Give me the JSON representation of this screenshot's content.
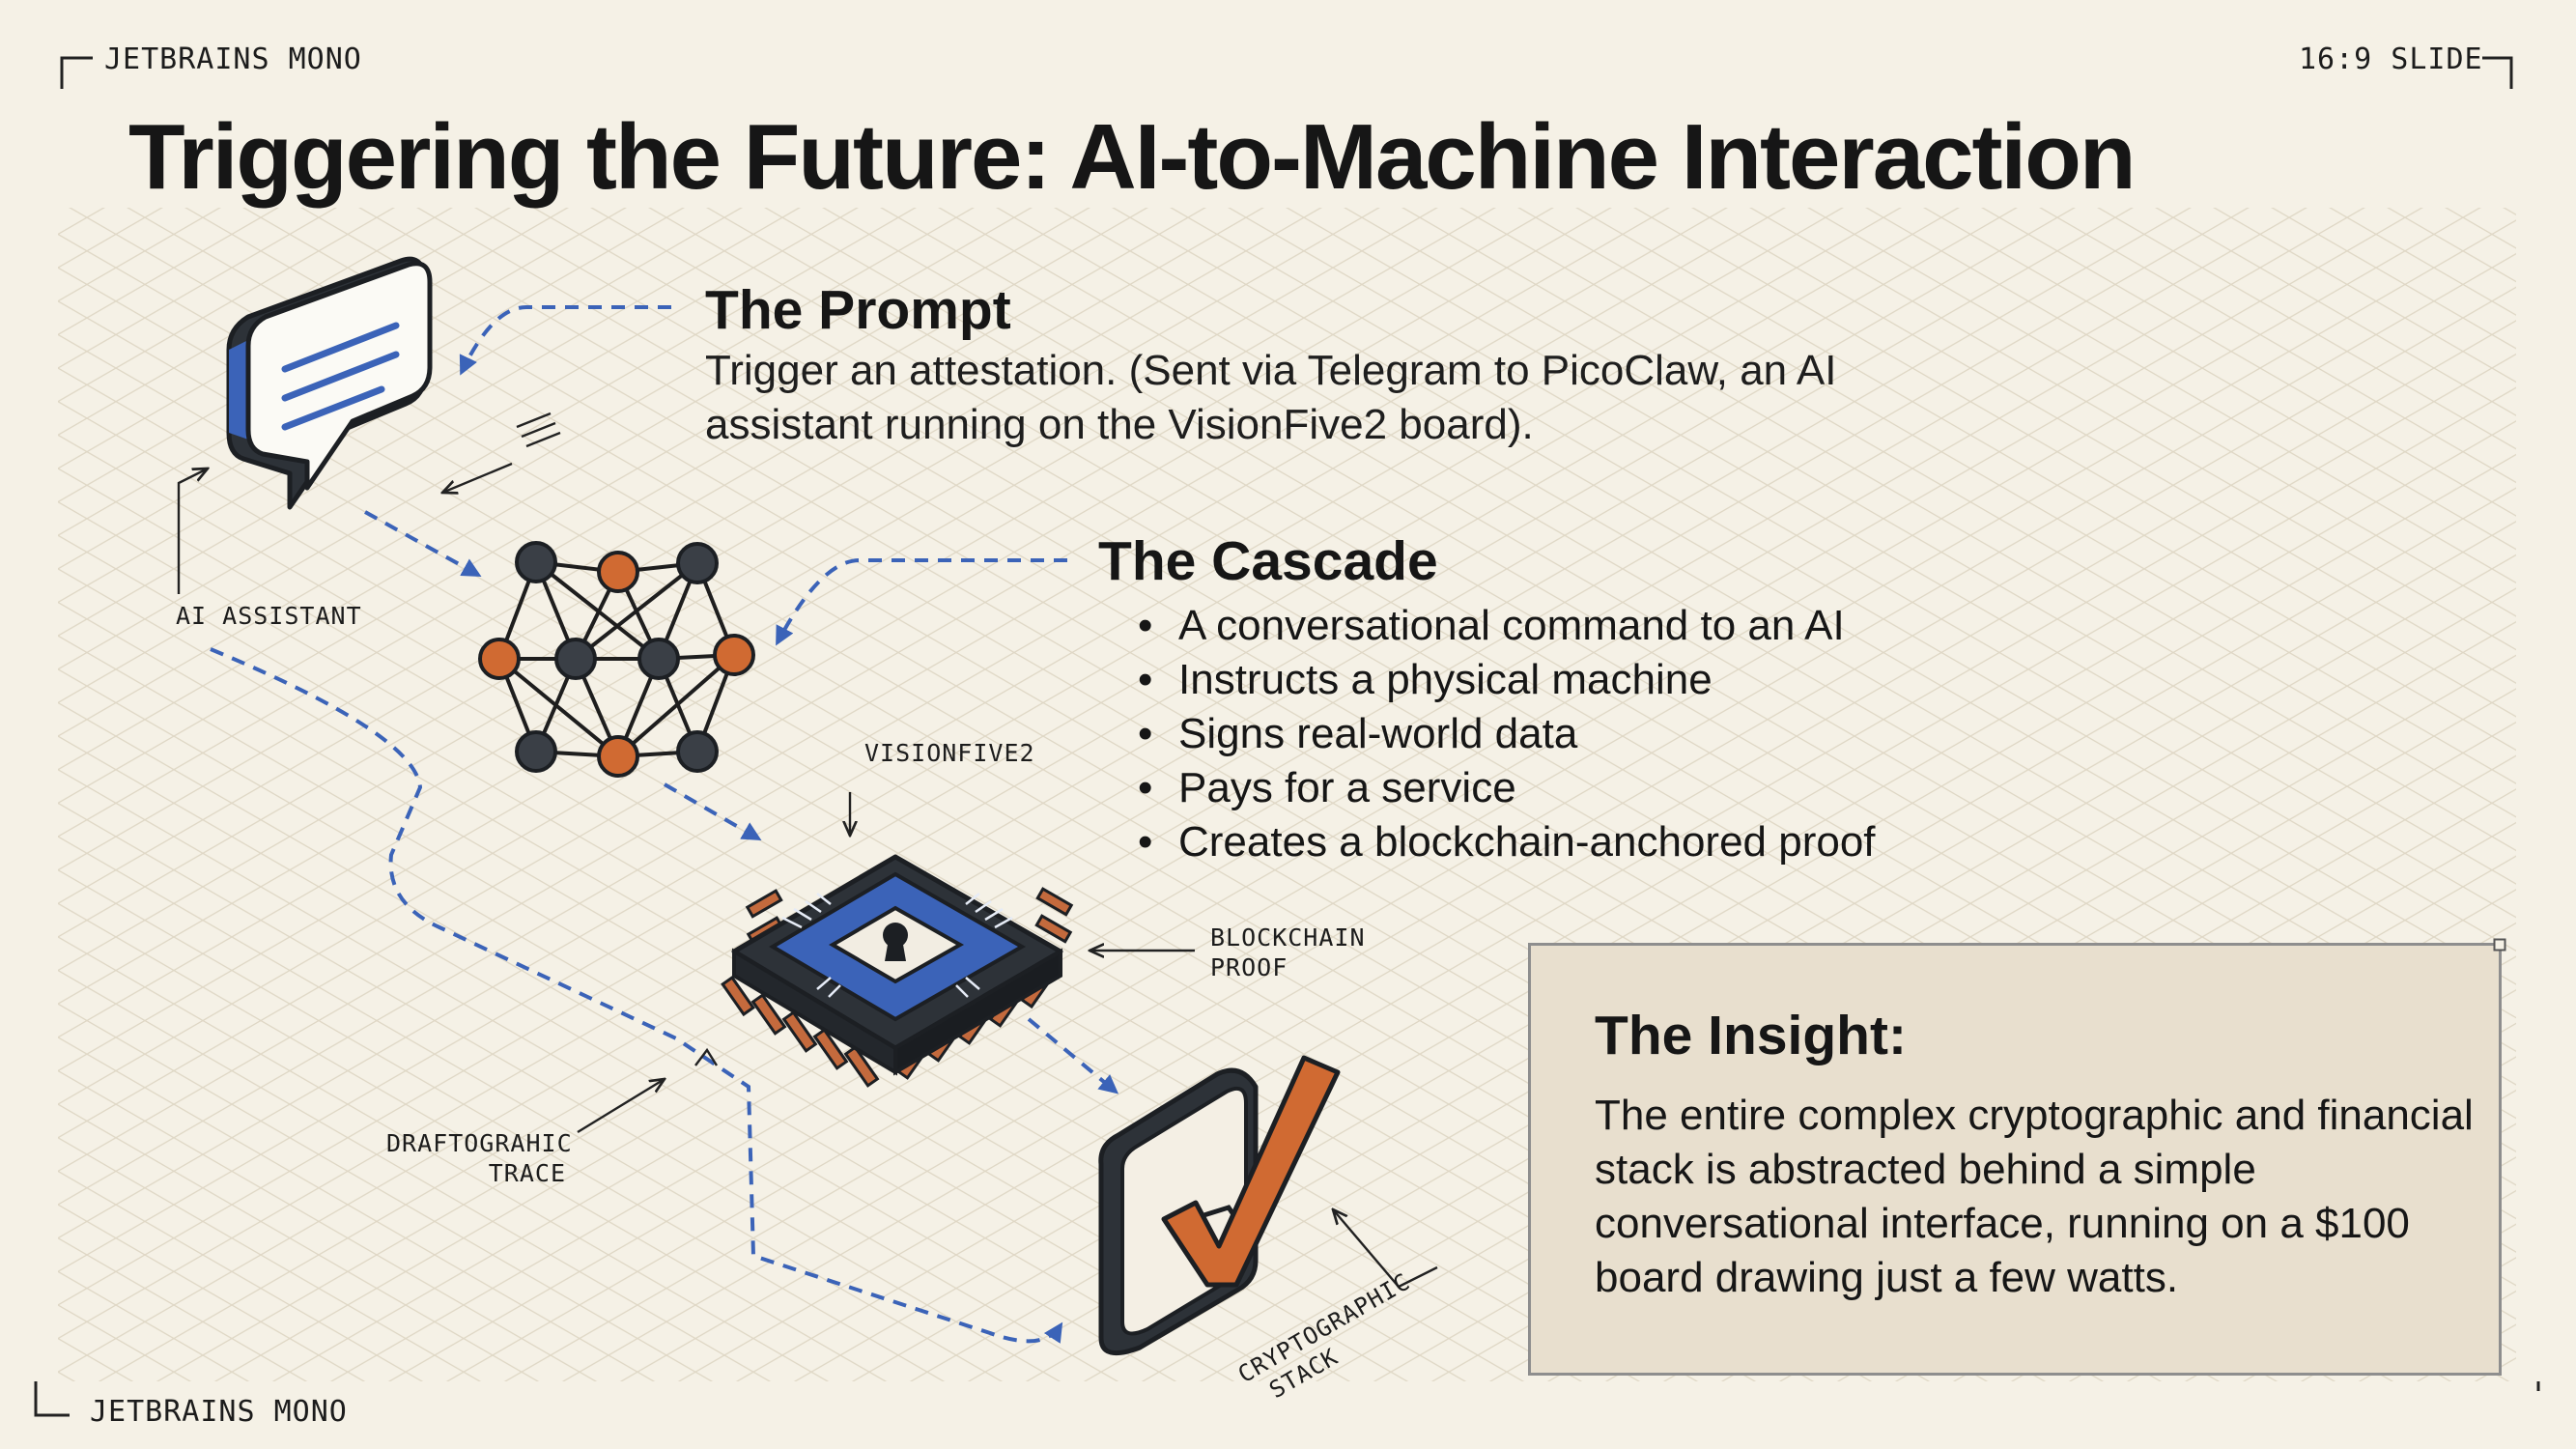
{
  "corners": {
    "top_left": "JETBRAINS MONO",
    "top_right": "16:9 SLIDE",
    "bottom_left": "JETBRAINS MONO"
  },
  "title": "Triggering the Future: AI-to-Machine Interaction",
  "prompt": {
    "heading": "The Prompt",
    "text": "Trigger an attestation. (Sent via Telegram to PicoClaw, an AI assistant running on the VisionFive2 board)."
  },
  "cascade": {
    "heading": "The Cascade",
    "items": [
      "A conversational command to an AI",
      "Instructs a physical machine",
      "Signs real-world data",
      "Pays for a service",
      "Creates a blockchain-anchored proof"
    ]
  },
  "insight": {
    "heading": "The Insight:",
    "text": "The entire complex cryptographic and financial stack is abstracted behind a simple conversational interface, running on a $100 board drawing just a few watts."
  },
  "diagram_labels": {
    "ai_assistant": "AI ASSISTANT",
    "visionfive2": "VISIONFIVE2",
    "blockchain_proof_1": "BLOCKCHAIN",
    "blockchain_proof_2": "PROOF",
    "draftographic_1": "DRAFTOGRAHIC",
    "draftographic_2": "TRACE",
    "crypto_1": "CRYPTOGRAPHIC",
    "crypto_2": "STACK"
  },
  "colors": {
    "background": "#f5f1e6",
    "accent_blue": "#3b63b8",
    "accent_orange": "#d06a32",
    "dark": "#2d3238",
    "insight_panel": "#e8dfce"
  }
}
